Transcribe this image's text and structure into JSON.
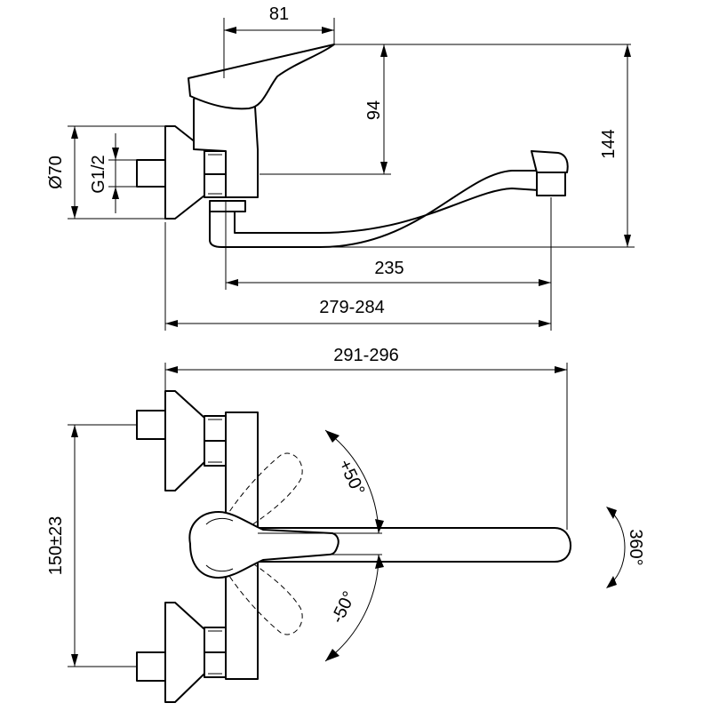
{
  "dimensions": {
    "lever_width": "81",
    "lever_height": "94",
    "total_height": "144",
    "flange_diameter": "Ø70",
    "thread": "G1/2",
    "spout_reach": "235",
    "projection": "279-284",
    "overall_length": "291-296",
    "centers": "150±23",
    "rotate_up": "+50°",
    "rotate_down": "-50°",
    "spout_rotation": "360°"
  },
  "colors": {
    "line": "#000000",
    "background": "#ffffff"
  }
}
